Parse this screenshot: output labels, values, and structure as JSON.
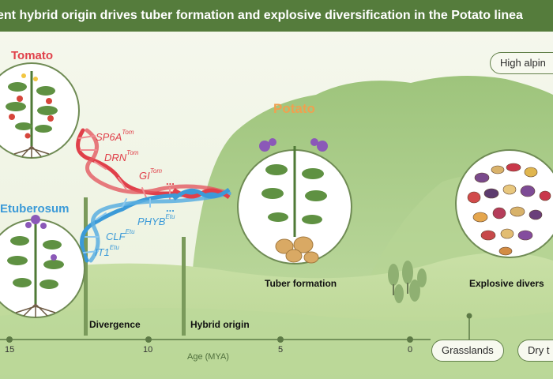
{
  "title": "ent hybrid origin drives tuber formation and explosive diversification in the Potato linea",
  "species": {
    "tomato": "Tomato",
    "etuberosum": "Etuberosum",
    "potato": "Potato"
  },
  "genes": {
    "tomato": [
      {
        "name": "SP6A",
        "sup": "Tom"
      },
      {
        "name": "DRN",
        "sup": "Tom"
      },
      {
        "name": "GI",
        "sup": "Tom"
      }
    ],
    "etuberosum": [
      {
        "name": "PHYB",
        "sup": "Etu"
      },
      {
        "name": "CLF",
        "sup": "Etu"
      },
      {
        "name": "IT1",
        "sup": "Etu"
      }
    ],
    "ellipsis": "..."
  },
  "stages": {
    "divergence": "Divergence",
    "hybrid_origin": "Hybrid origin",
    "tuber_formation": "Tuber formation",
    "explosive": "Explosive divers"
  },
  "axis": {
    "label": "Age (MYA)",
    "ticks": [
      "15",
      "10",
      "5",
      "0"
    ]
  },
  "habitats": {
    "high_alpine": "High alpin",
    "grasslands": "Grasslands",
    "dry": "Dry t"
  },
  "colors": {
    "title_bg": "#557c3c",
    "tomato_red": "#e0404a",
    "etuberosum_blue": "#3b9ad8",
    "potato_orange": "#f0a050",
    "mountain": "#a9c98a",
    "ground": "#c6dea0"
  }
}
